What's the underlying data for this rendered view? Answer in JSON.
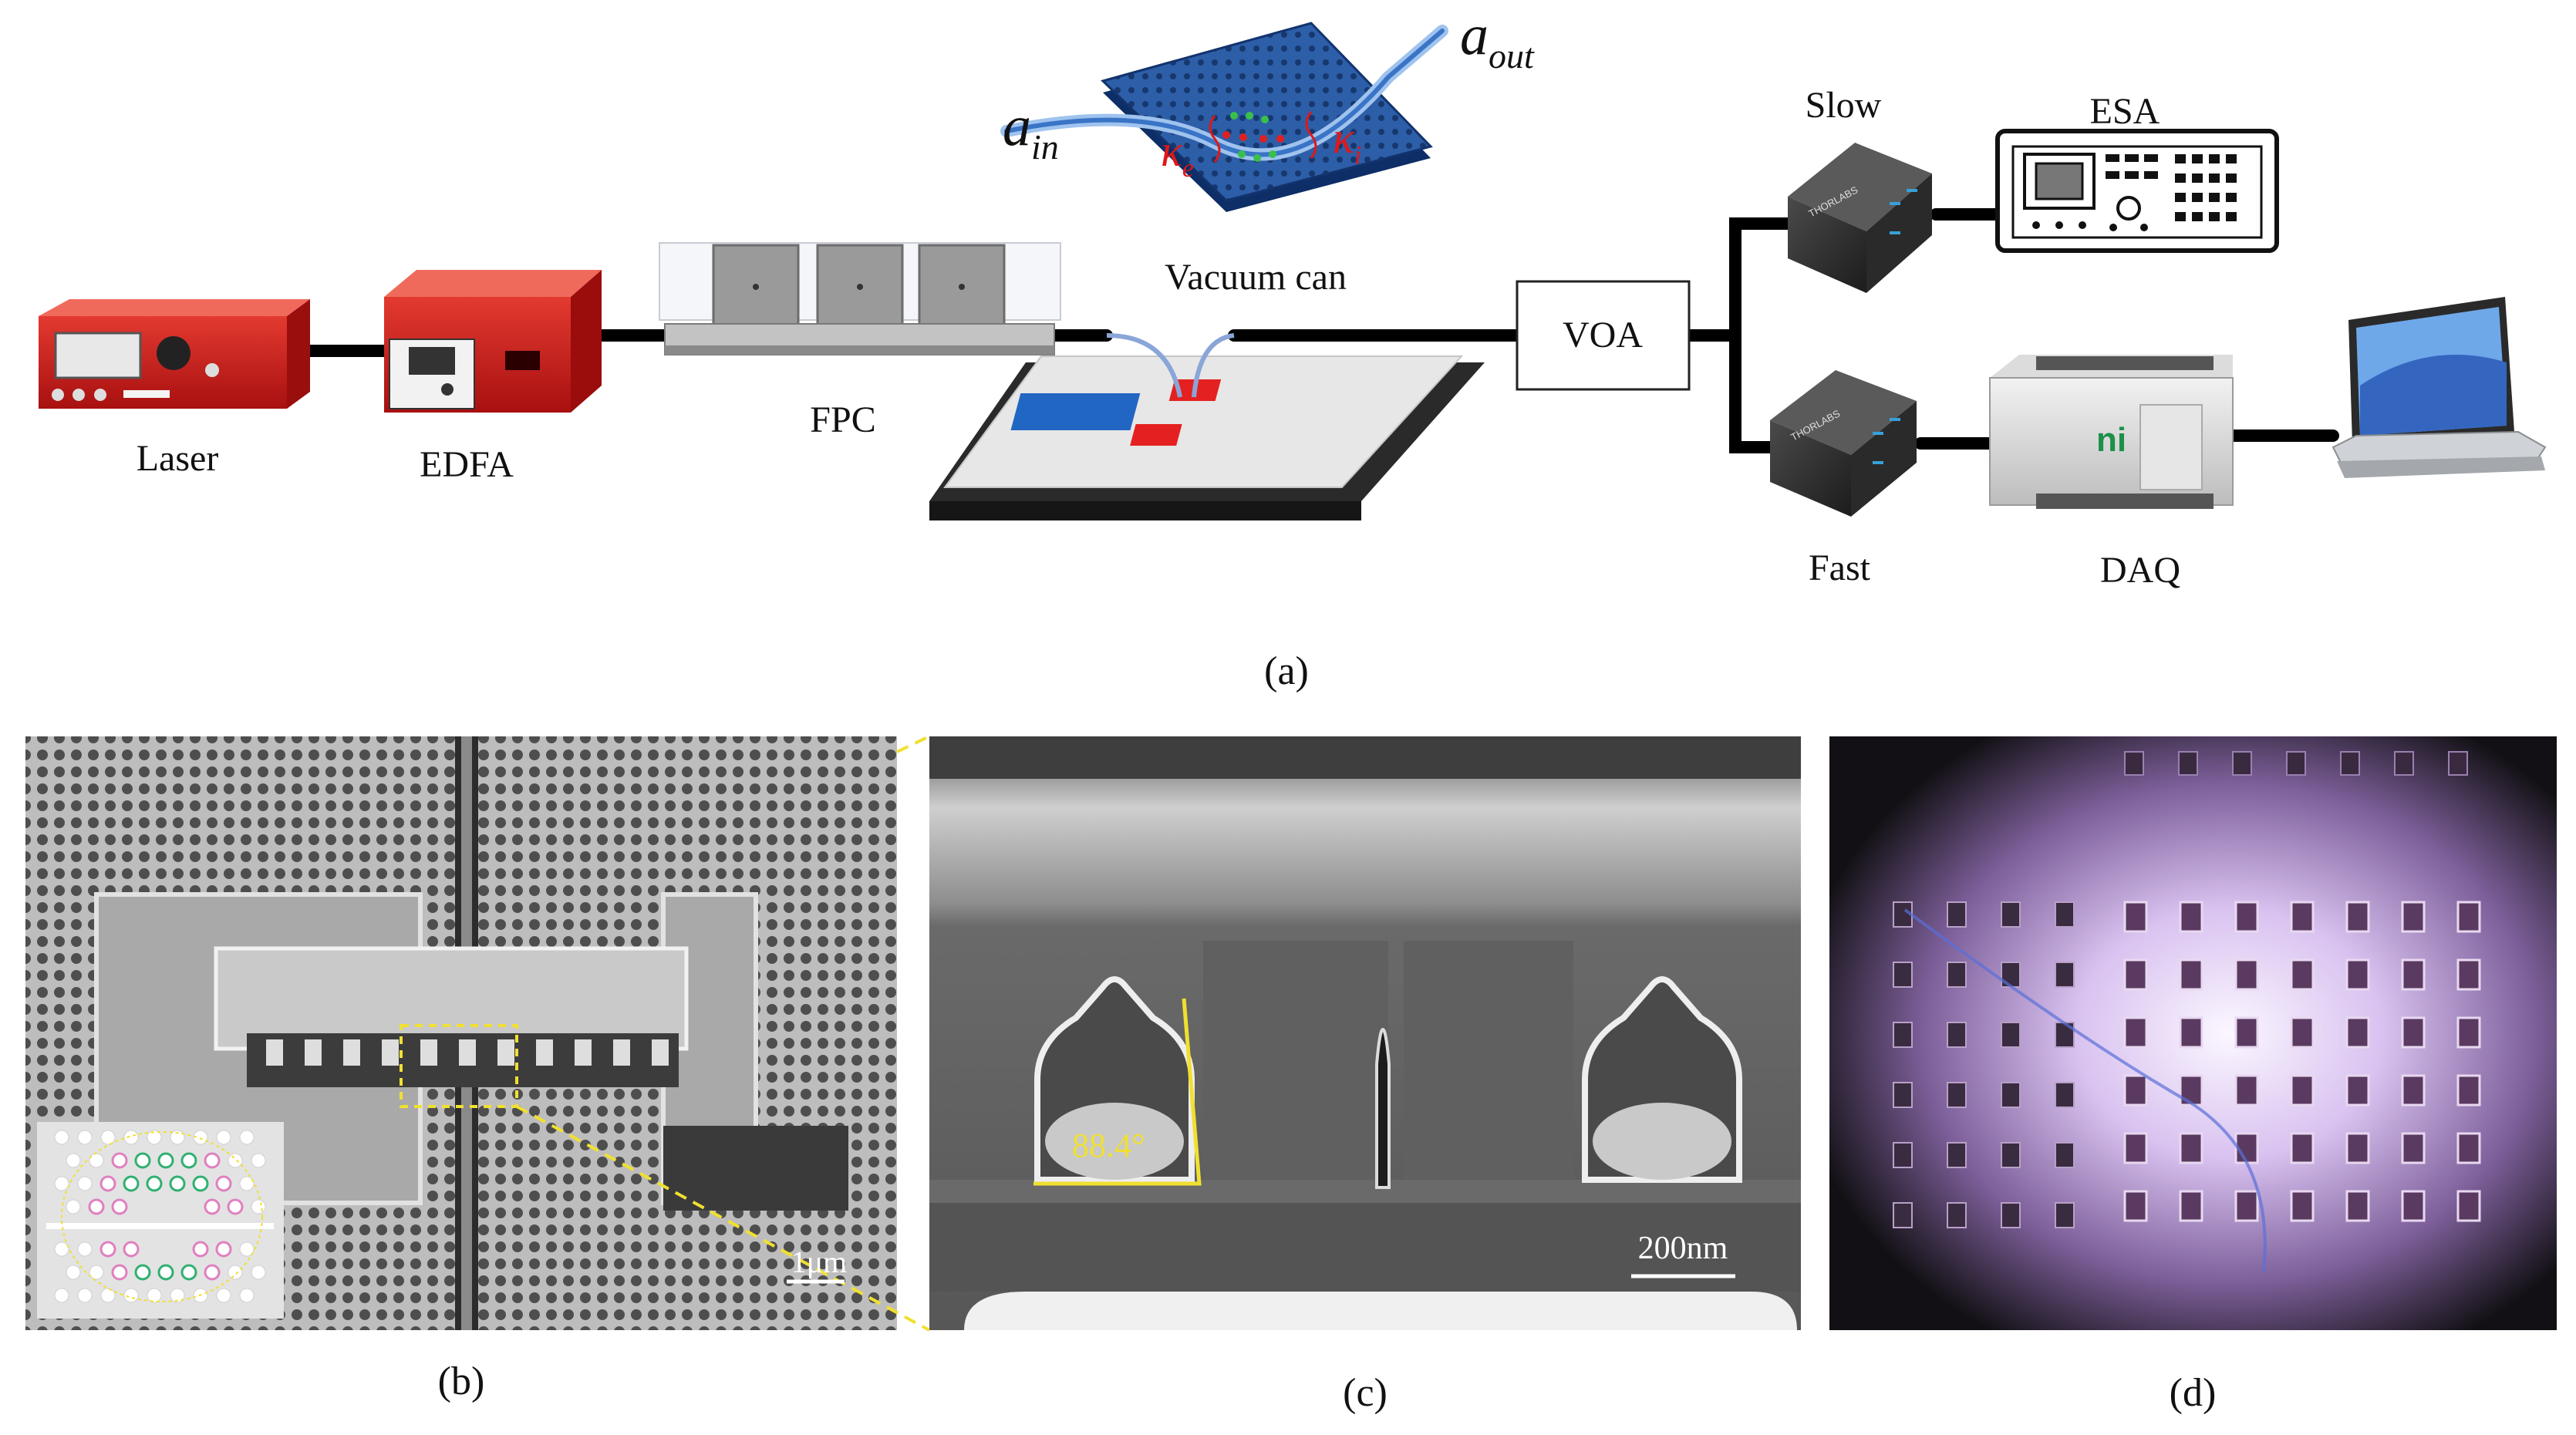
{
  "panel_a": {
    "caption": "(a)",
    "labels": {
      "laser": "Laser",
      "edfa": "EDFA",
      "fpc": "FPC",
      "vacuum_can": "Vacuum can",
      "voa": "VOA",
      "slow": "Slow",
      "fast": "Fast",
      "esa": "ESA",
      "daq": "DAQ"
    },
    "inset": {
      "a_in": "a",
      "a_in_sub": "in",
      "a_out": "a",
      "a_out_sub": "out",
      "kappa_e": "κ",
      "kappa_e_sub": "e",
      "kappa_i": "κ",
      "kappa_i_sub": "i"
    },
    "instrument_text": {
      "detector_brand": "THORLABS",
      "daq_brand": "ni"
    }
  },
  "panel_b": {
    "caption": "(b)",
    "scale_bar": "1μm"
  },
  "panel_c": {
    "caption": "(c)",
    "scale_bar": "200nm",
    "angle": "88.4°"
  },
  "panel_d": {
    "caption": "(d)"
  },
  "colors": {
    "fiber": "#000000",
    "instrument_red": "#d42020",
    "chip_blue": "#1f5fb8",
    "pad_red": "#e02020",
    "annotation_yellow": "#f0e030",
    "kappa_red": "#e01818"
  }
}
